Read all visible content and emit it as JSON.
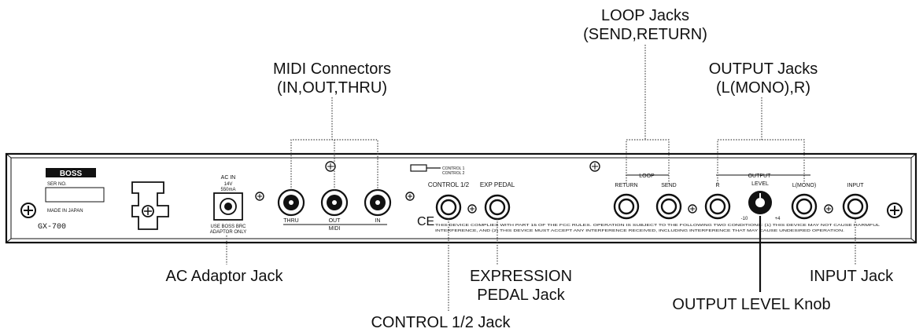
{
  "callouts": {
    "midi_line1": "MIDI Connectors",
    "midi_line2": "(IN,OUT,THRU)",
    "loop_line1": "LOOP Jacks",
    "loop_line2": "(SEND,RETURN)",
    "output_line1": "OUTPUT Jacks",
    "output_line2": "(L(MONO),R)",
    "ac_adaptor": "AC Adaptor Jack",
    "expression_line1": "EXPRESSION",
    "expression_line2": "PEDAL Jack",
    "control": "CONTROL 1/2 Jack",
    "output_level": "OUTPUT LEVEL Knob",
    "input": "INPUT Jack"
  },
  "panel": {
    "brand": "BOSS",
    "ser_no": "SER NO.",
    "made_in": "MADE IN JAPAN",
    "model": "GX-700",
    "ac_in": "AC IN",
    "ac_voltage": "14V",
    "ac_current": "550mA",
    "adaptor_note1": "USE BOSS BRC",
    "adaptor_note2": "ADAPTOR ONLY",
    "thru": "THRU",
    "out": "OUT",
    "in": "IN",
    "midi": "MIDI",
    "ce": "CE",
    "control_1_2": "CONTROL 1/2",
    "exp_pedal": "EXP PEDAL",
    "control_1": "CONTROL 1",
    "control_2": "CONTROL 2",
    "loop": "LOOP",
    "return": "RETURN",
    "send": "SEND",
    "output": "OUTPUT",
    "r": "R",
    "level": "LEVEL",
    "l_mono": "L(MONO)",
    "input": "INPUT",
    "level_min": "-10",
    "level_max": "+4",
    "fcc_line1": "THIS DEVICE COMPLIES WITH PART 15 OF THE FCC RULES. OPERATION IS SUBJECT TO THE FOLLOWING TWO CONDITIONS: (1) THIS DEVICE MAY NOT CAUSE HARMFUL",
    "fcc_line2": "INTERFERENCE, AND (2) THIS DEVICE MUST ACCEPT ANY INTERFERENCE RECEIVED, INCLUDING INTERFERENCE THAT MAY CAUSE UNDESIRED OPERATION."
  }
}
